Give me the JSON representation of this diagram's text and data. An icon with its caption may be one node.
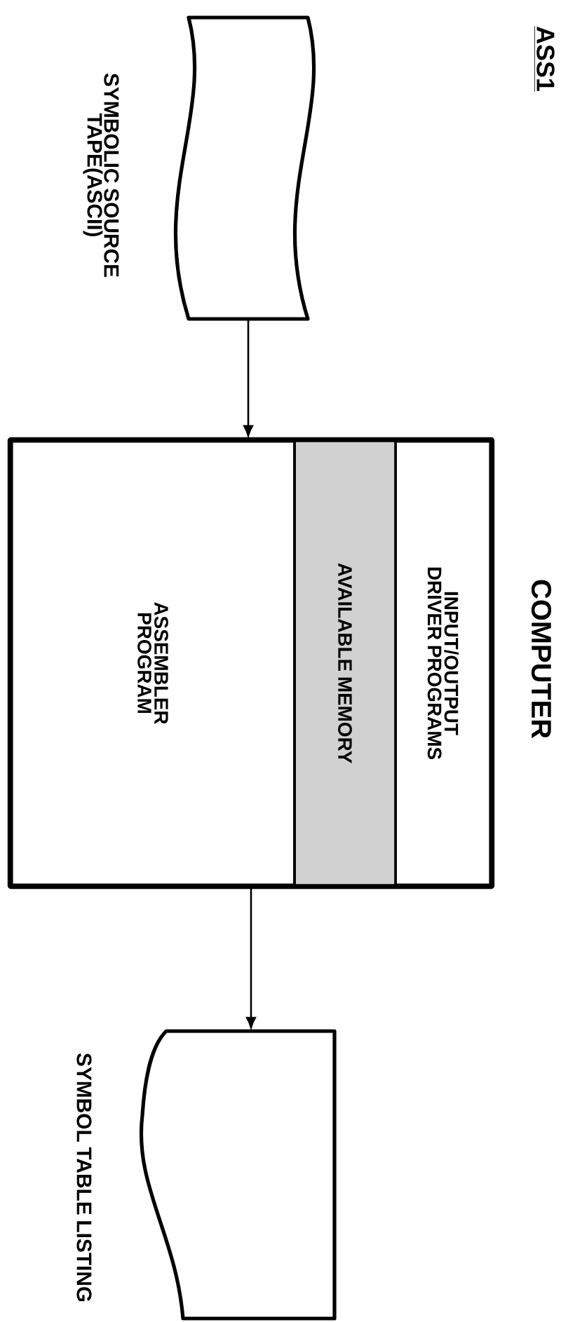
{
  "diagram": {
    "title": "ASS1",
    "nodes": [
      {
        "text": [
          "SYMBOLIC SOURCE TAPE(ASCII)"
        ]
      },
      {
        "text": [
          "COMPUTER"
        ]
      },
      {
        "text": [
          "INPUT/OUTPUT DRIVER PROGRAMS"
        ],
        "in": 1
      },
      {
        "text": [
          "AVAILABLE MEMORY"
        ],
        "in": 1
      },
      {
        "text": [
          "ASSEMBLER PROGRAM"
        ],
        "in": 1
      },
      {
        "text": [
          "SYMBOL TABLE LISTING"
        ]
      }
    ],
    "edges": [
      {
        "from": 0,
        "to": 1,
        "arrow": "to"
      },
      {
        "from": 1,
        "to": 5,
        "arrow": "to"
      }
    ]
  }
}
